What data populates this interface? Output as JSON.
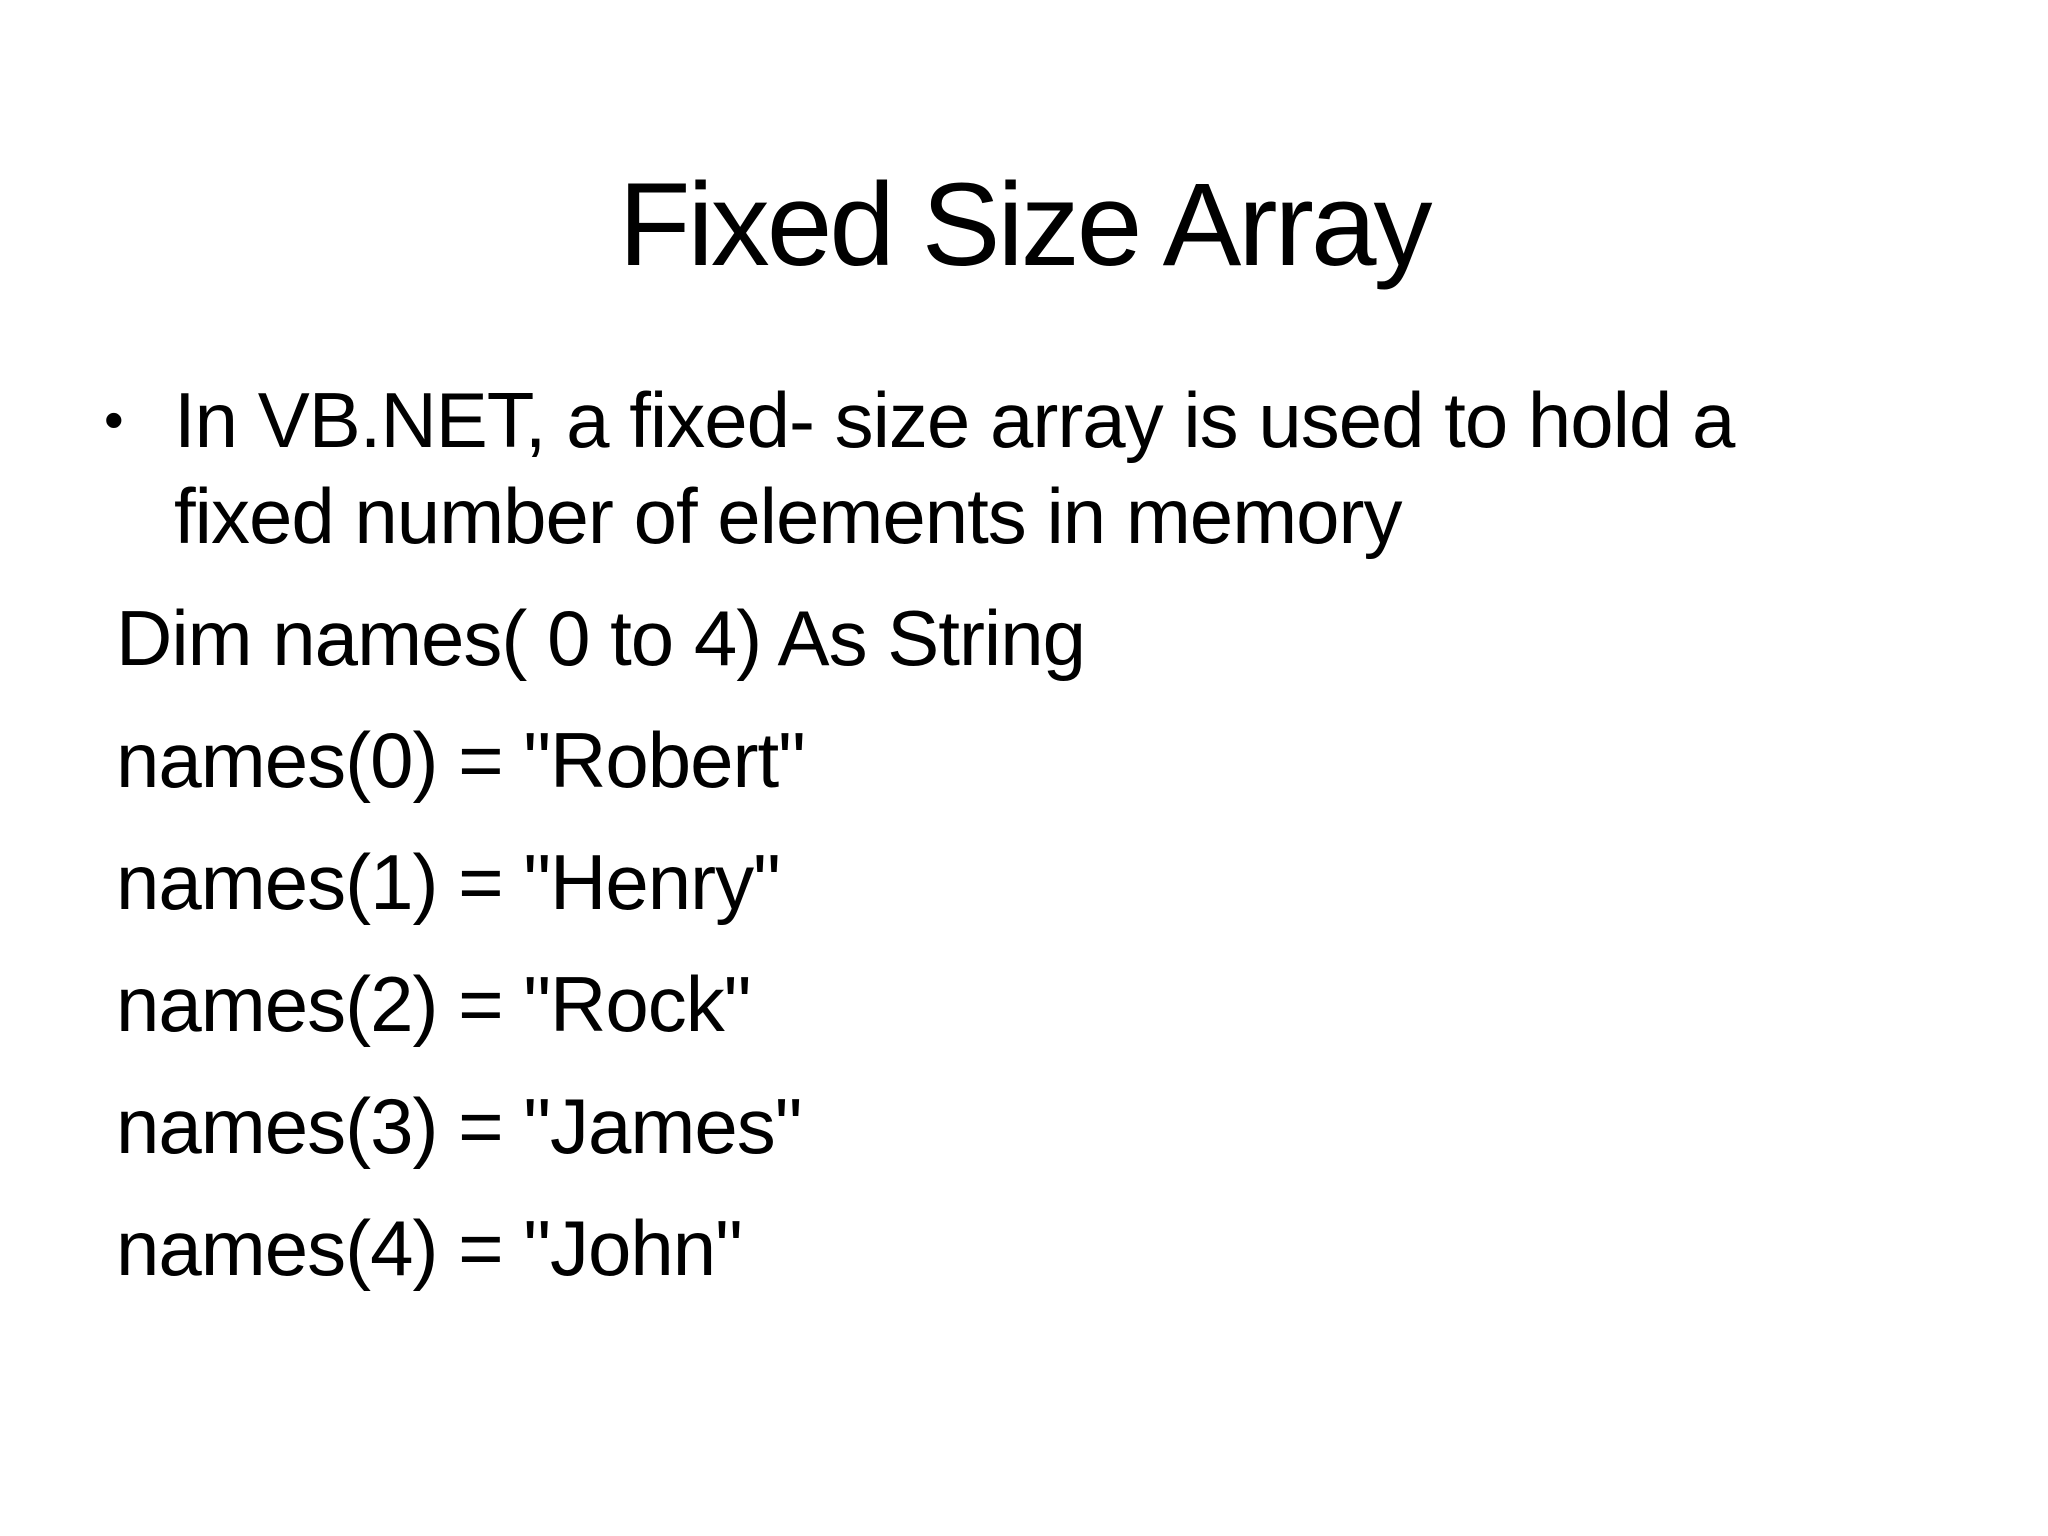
{
  "slide": {
    "title": "Fixed Size Array",
    "bullet": {
      "marker": "•",
      "text": "In VB.NET, a fixed- size array is used to hold a\nfixed number of elements in memory"
    },
    "code_lines": [
      "Dim names( 0 to 4) As String",
      "names(0) = \"Robert\"",
      "names(1) = \"Henry\"",
      "names(2) = \"Rock\"",
      "names(3) = \"James\"",
      "names(4) = \"John\""
    ],
    "colors": {
      "background": "#ffffff",
      "text": "#000000"
    }
  }
}
